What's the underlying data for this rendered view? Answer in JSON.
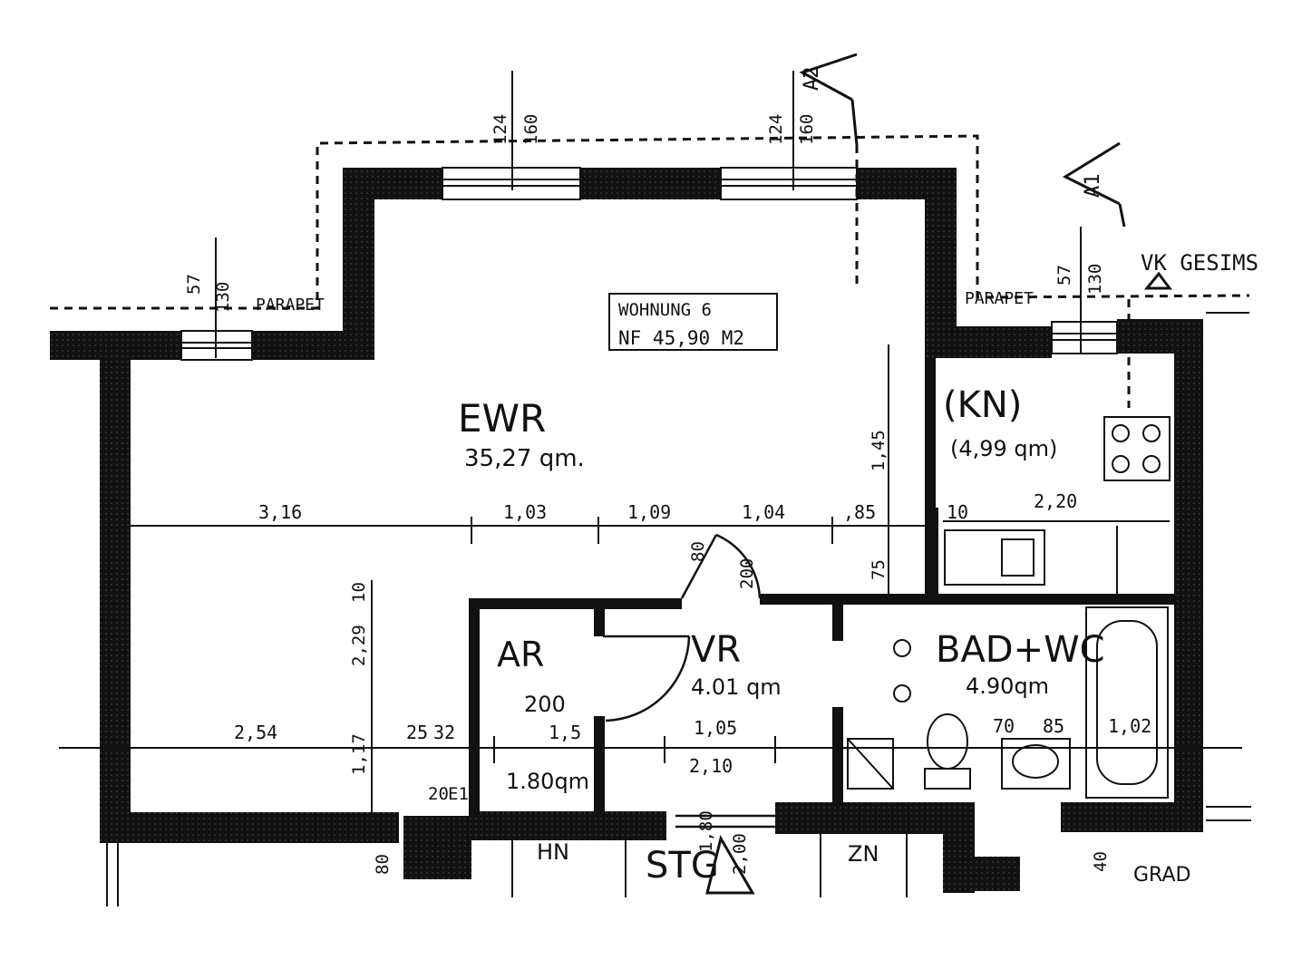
{
  "apartment": {
    "line1": "WOHNUNG 6",
    "line2": "NF   45,90 M2"
  },
  "rooms": {
    "ewr": {
      "name": "EWR",
      "area": "35,27  qm."
    },
    "kn": {
      "name": "(KN)",
      "area": "(4,99 qm)"
    },
    "ar": {
      "name": "AR",
      "height": "200",
      "area": "1.80qm"
    },
    "vr": {
      "name": "VR",
      "area": "4.01 qm"
    },
    "bad": {
      "name": "BAD+WC",
      "area": "4.90qm"
    }
  },
  "neighbors": {
    "hn": "HN",
    "stg": "STG",
    "zn": "ZN",
    "grad": "GRAD"
  },
  "annotations": {
    "vk": "VK GESIMS",
    "parapet_left": "PARAPET",
    "parapet_right": "PARAPET"
  },
  "section_marks": {
    "a2": "A2",
    "a1": "A1"
  },
  "dimensions": {
    "upper_row": [
      "3,16",
      "1,03",
      "1,09",
      "1,04",
      ",85",
      "10",
      "2,20"
    ],
    "lower_row": [
      "2,54",
      "25",
      "32",
      "1,5",
      "1,05",
      "2,10",
      "70",
      "85",
      "1,02"
    ],
    "window_top_1": [
      "124",
      "160"
    ],
    "window_top_2": [
      "124",
      "160"
    ],
    "window_left": [
      "57",
      "130"
    ],
    "window_right": [
      "57",
      "130"
    ],
    "vertical": [
      "1,45",
      "75",
      "200",
      "80",
      "10",
      "2,29",
      "1,17",
      "20",
      "E1",
      "2,00",
      "1,80",
      "80",
      "40"
    ]
  }
}
